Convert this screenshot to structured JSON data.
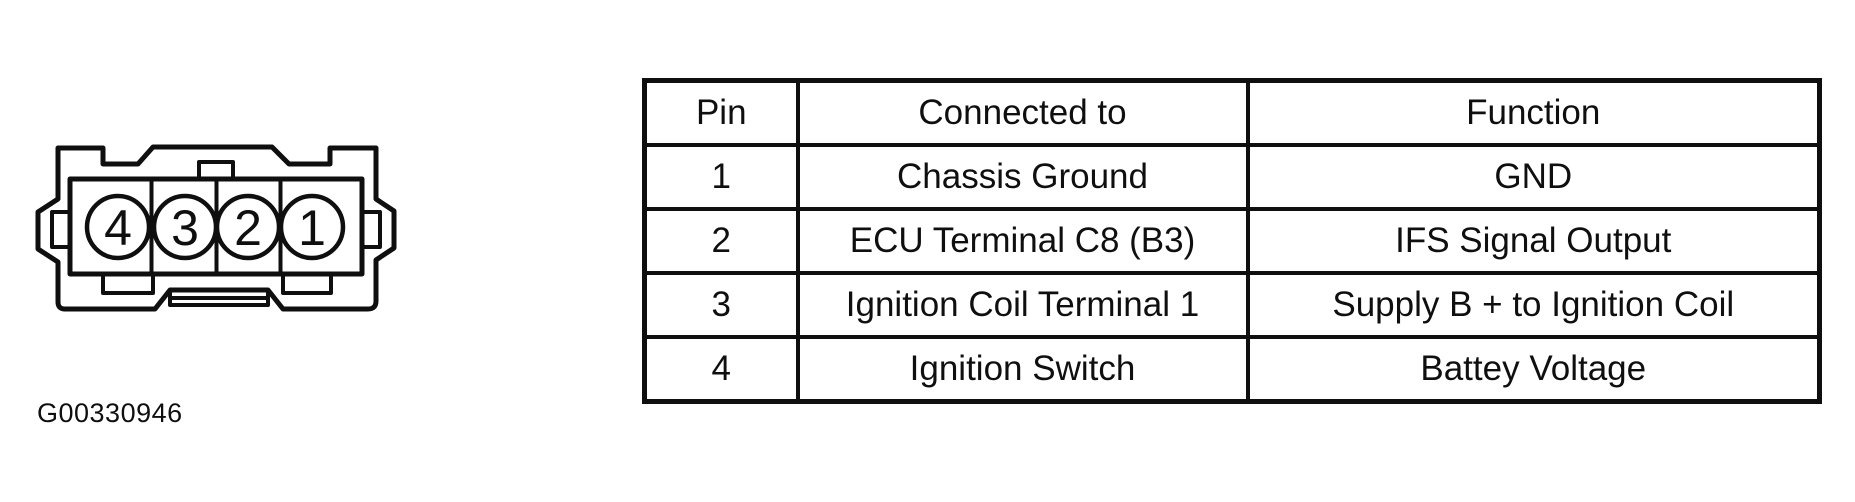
{
  "figure": {
    "id_label": "G00330946",
    "connector": {
      "description": "4-pin connector face view",
      "pin_labels": [
        "4",
        "3",
        "2",
        "1"
      ]
    }
  },
  "pin_table": {
    "headers": [
      "Pin",
      "Connected to",
      "Function"
    ],
    "rows": [
      [
        "1",
        "Chassis Ground",
        "GND"
      ],
      [
        "2",
        "ECU Terminal C8 (B3)",
        "IFS Signal Output"
      ],
      [
        "3",
        "Ignition Coil Terminal 1",
        "Supply B + to Ignition Coil"
      ],
      [
        "4",
        "Ignition Switch",
        "Battey Voltage"
      ]
    ]
  },
  "colors": {
    "ink": "#0f0f0f",
    "background": "#ffffff"
  }
}
